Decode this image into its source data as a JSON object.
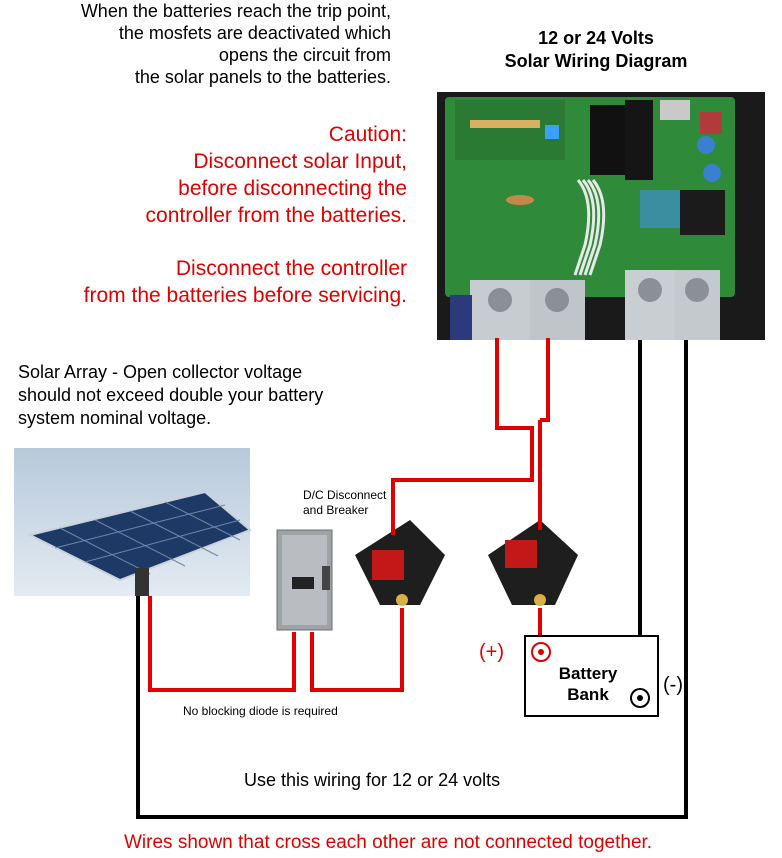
{
  "header": {
    "trip_note": [
      "When the batteries reach the trip point,",
      "the mosfets are deactivated which",
      "opens the circuit from",
      "the solar panels to the batteries."
    ],
    "title_line1": "12 or 24 Volts",
    "title_line2": "Solar Wiring Diagram"
  },
  "caution": {
    "heading": "Caution:",
    "lines": [
      "Disconnect solar Input,",
      "before disconnecting the",
      "controller from the batteries."
    ],
    "service_lines": [
      "Disconnect the controller",
      "from the batteries before servicing."
    ]
  },
  "solar_note": [
    "Solar Array - Open collector voltage",
    "should not exceed double your battery",
    "system nominal voltage."
  ],
  "disconnect_label": [
    "D/C Disconnect",
    "and Breaker"
  ],
  "diode_note": "No blocking diode is required",
  "battery": {
    "line1": "Battery",
    "line2": "Bank",
    "positive": "(+)",
    "negative": "(-)"
  },
  "wiring_note": "Use this wiring for 12 or 24 volts",
  "footer_note": "Wires shown that cross each other are not connected together.",
  "colors": {
    "wire_positive": "#e00000",
    "wire_negative": "#000000",
    "caution_text": "#e00000",
    "board_green": "#2f8a3a",
    "panel_blue": "#1d3a66"
  },
  "icons": {
    "controller": "charge-controller-board",
    "panel": "solar-panel",
    "disconnect": "dc-disconnect-switch",
    "breaker": "circuit-breaker"
  }
}
